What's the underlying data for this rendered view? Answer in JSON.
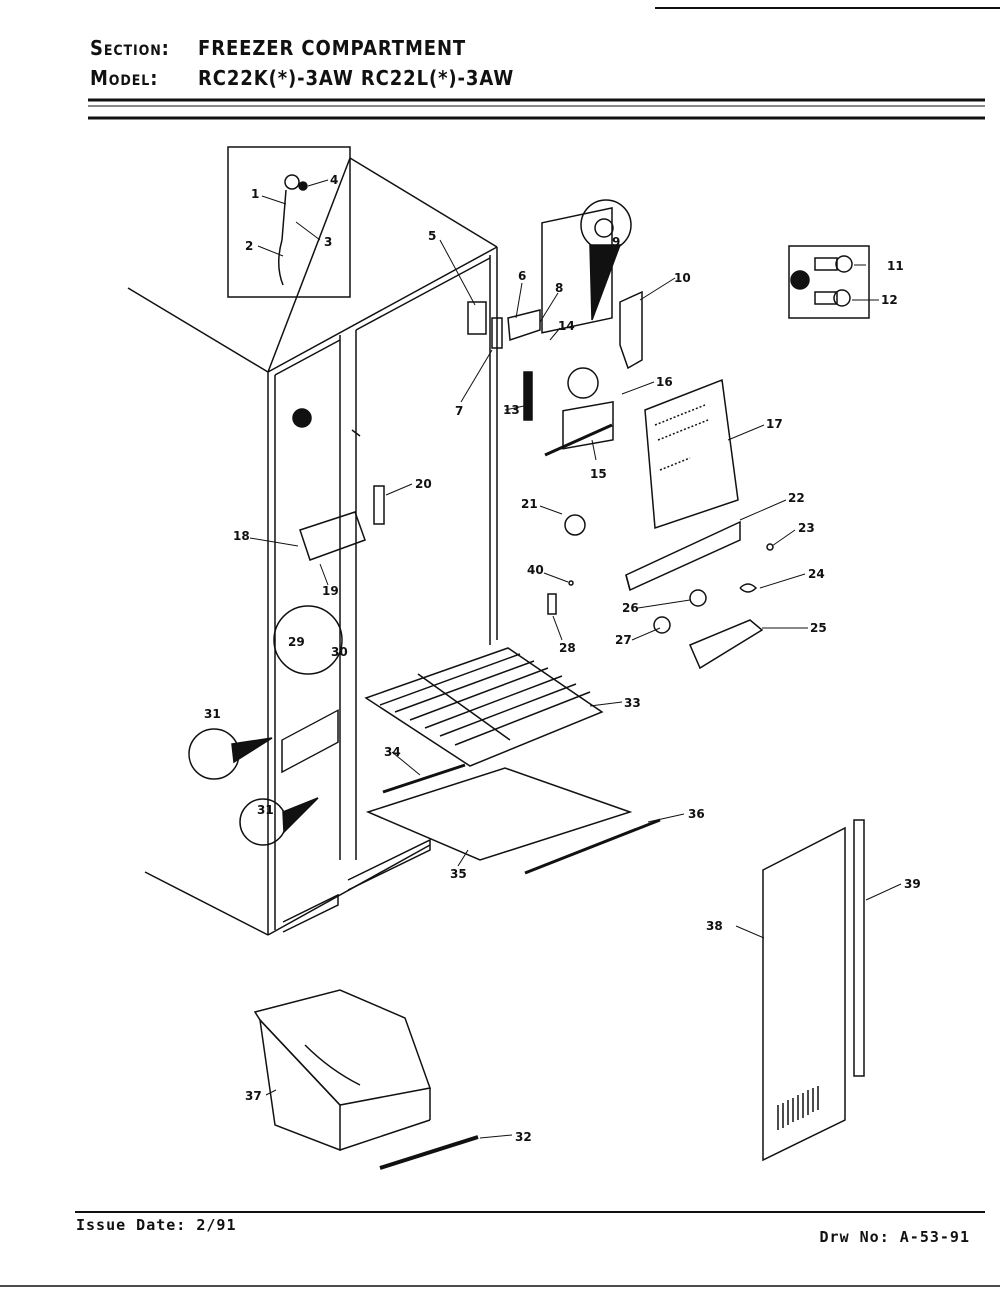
{
  "header": {
    "section_label": "Section:",
    "section_value": "FREEZER COMPARTMENT",
    "model_label": "Model:",
    "model_value": "RC22K(*)-3AW   RC22L(*)-3AW"
  },
  "footer": {
    "issue_date": "Issue Date: 2/91",
    "drawing_no": "Drw No: A-53-91"
  },
  "callouts": [
    "1",
    "2",
    "3",
    "4",
    "5",
    "6",
    "7",
    "8",
    "9",
    "10",
    "11",
    "12",
    "13",
    "14",
    "15",
    "16",
    "17",
    "18",
    "19",
    "20",
    "21",
    "22",
    "23",
    "24",
    "25",
    "26",
    "27",
    "28",
    "29",
    "30",
    "31",
    "31",
    "32",
    "33",
    "34",
    "35",
    "36",
    "37",
    "38",
    "39",
    "40"
  ]
}
